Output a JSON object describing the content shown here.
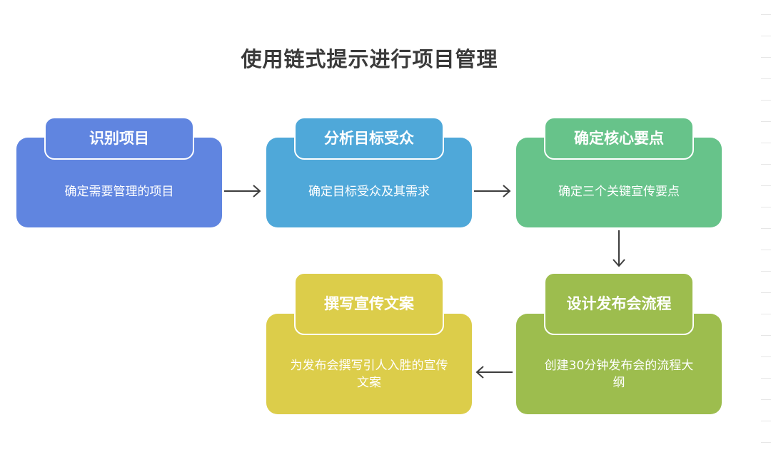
{
  "title": "使用链式提示进行项目管理",
  "steps": [
    {
      "heading": "识别项目",
      "body": "确定需要管理的项目",
      "color": "#6085e0"
    },
    {
      "heading": "分析目标受众",
      "body": "确定目标受众及其需求",
      "color": "#4fa8d9"
    },
    {
      "heading": "确定核心要点",
      "body": "确定三个关键宣传要点",
      "color": "#67c38a"
    },
    {
      "heading": "设计发布会流程",
      "body": "创建30分钟发布会的流程大纲",
      "color": "#9dbd4e"
    },
    {
      "heading": "撰写宣传文案",
      "body": "为发布会撰写引人入胜的宣传文案",
      "color": "#dccd4a"
    }
  ],
  "arrow_color": "#3d3d3d"
}
